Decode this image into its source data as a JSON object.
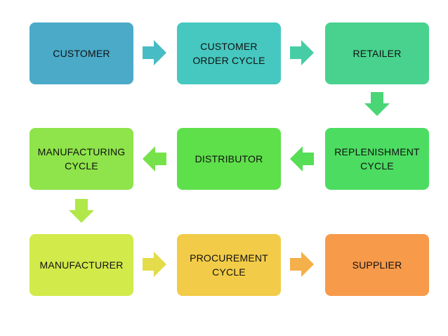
{
  "diagram": {
    "boxes": {
      "customer": {
        "label": "CUSTOMER",
        "color": "#4aaac8"
      },
      "customer_order": {
        "label": "CUSTOMER\nORDER CYCLE",
        "color": "#46c8c0"
      },
      "retailer": {
        "label": "RETAILER",
        "color": "#48d28e"
      },
      "replenishment": {
        "label": "REPLENISHMENT\nCYCLE",
        "color": "#4cdc62"
      },
      "distributor": {
        "label": "DISTRIBUTOR",
        "color": "#5ee04a"
      },
      "manufacturing_cycle": {
        "label": "MANUFACTURING\nCYCLE",
        "color": "#8ee44a"
      },
      "manufacturer": {
        "label": "MANUFACTURER",
        "color": "#d2ea4a"
      },
      "procurement": {
        "label": "PROCUREMENT\nCYCLE",
        "color": "#f2cc48"
      },
      "supplier": {
        "label": "SUPPLIER",
        "color": "#f79a4a"
      }
    },
    "arrows": [
      {
        "from": "customer",
        "to": "customer_order",
        "direction": "right",
        "color": "#48bcc4"
      },
      {
        "from": "customer_order",
        "to": "retailer",
        "direction": "right",
        "color": "#47cda6"
      },
      {
        "from": "retailer",
        "to": "replenishment",
        "direction": "down",
        "color": "#4ad676"
      },
      {
        "from": "replenishment",
        "to": "distributor",
        "direction": "left",
        "color": "#55de56"
      },
      {
        "from": "distributor",
        "to": "manufacturing_cycle",
        "direction": "left",
        "color": "#76e24a"
      },
      {
        "from": "manufacturing_cycle",
        "to": "manufacturer",
        "direction": "down",
        "color": "#b0e84a"
      },
      {
        "from": "manufacturer",
        "to": "procurement",
        "direction": "right",
        "color": "#e4dc4a"
      },
      {
        "from": "procurement",
        "to": "supplier",
        "direction": "right",
        "color": "#f4b04a"
      }
    ]
  }
}
